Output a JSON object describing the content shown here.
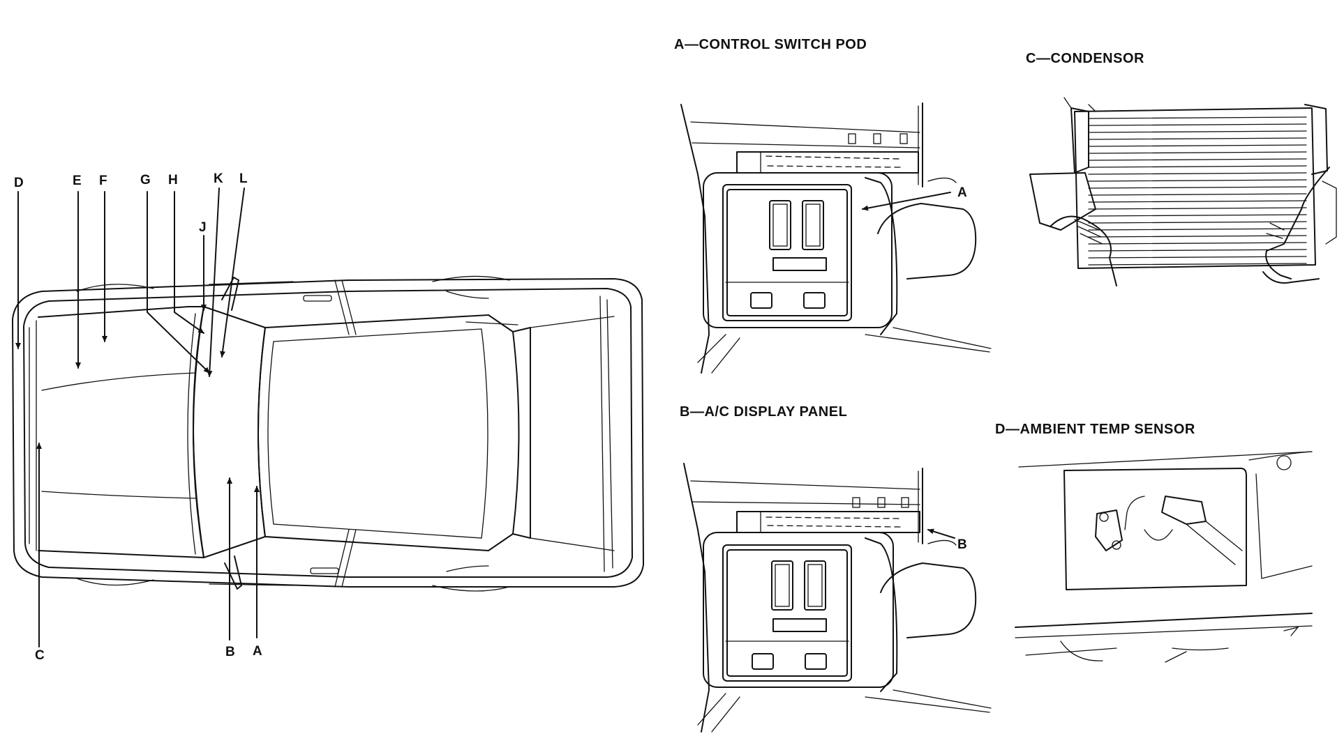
{
  "car_labels": {
    "D": "D",
    "E": "E",
    "F": "F",
    "G": "G",
    "H": "H",
    "J": "J",
    "K": "K",
    "L": "L",
    "C": "C",
    "B": "B",
    "A": "A"
  },
  "panels": {
    "a_title": "A—CONTROL SWITCH POD",
    "a_callout": "A",
    "b_title": "B—A/C DISPLAY PANEL",
    "b_callout": "B",
    "c_title": "C—CONDENSOR",
    "d_title": "D—AMBIENT TEMP SENSOR"
  }
}
